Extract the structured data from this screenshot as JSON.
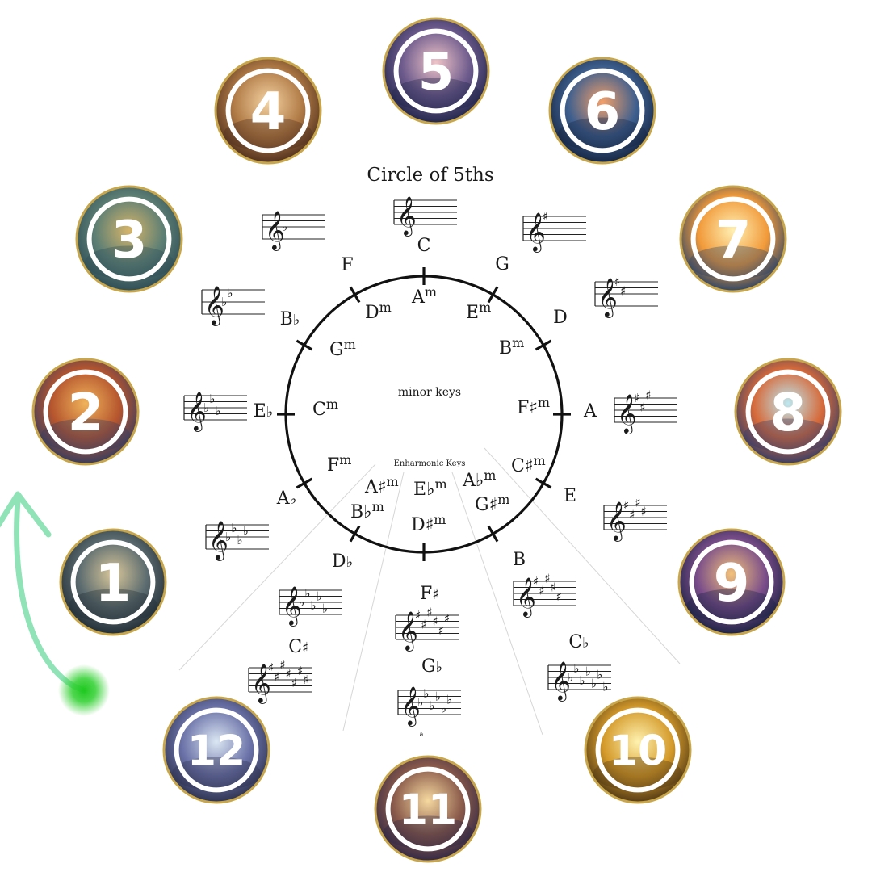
{
  "title": "Circle of 5ths",
  "center_label": "minor keys",
  "enharmonic_label": "Enharmonic Keys",
  "small_mark": "a",
  "major_keys": [
    {
      "name": "C",
      "accidental": "",
      "sharps": 0,
      "flats": 0
    },
    {
      "name": "G",
      "accidental": "",
      "sharps": 1,
      "flats": 0
    },
    {
      "name": "D",
      "accidental": "",
      "sharps": 2,
      "flats": 0
    },
    {
      "name": "A",
      "accidental": "",
      "sharps": 3,
      "flats": 0
    },
    {
      "name": "E",
      "accidental": "",
      "sharps": 4,
      "flats": 0
    },
    {
      "name": "B",
      "accidental": "",
      "sharps": 5,
      "flats": 0
    },
    {
      "name": "D",
      "accidental": "♭",
      "sharps": 0,
      "flats": 5
    },
    {
      "name": "A",
      "accidental": "♭",
      "sharps": 0,
      "flats": 4
    },
    {
      "name": "E",
      "accidental": "♭",
      "sharps": 0,
      "flats": 3
    },
    {
      "name": "B",
      "accidental": "♭",
      "sharps": 0,
      "flats": 2
    },
    {
      "name": "F",
      "accidental": "",
      "sharps": 0,
      "flats": 1
    }
  ],
  "enharmonic_major_keys": [
    {
      "name": "F",
      "accidental": "♯",
      "sharps": 6,
      "flats": 0
    },
    {
      "name": "G",
      "accidental": "♭",
      "sharps": 0,
      "flats": 6
    },
    {
      "name": "C",
      "accidental": "♯",
      "sharps": 7,
      "flats": 0
    },
    {
      "name": "C",
      "accidental": "♭",
      "sharps": 0,
      "flats": 7
    }
  ],
  "minor_keys": [
    {
      "name": "A",
      "accidental": "",
      "suffix": "m"
    },
    {
      "name": "E",
      "accidental": "",
      "suffix": "m"
    },
    {
      "name": "B",
      "accidental": "",
      "suffix": "m"
    },
    {
      "name": "F",
      "accidental": "♯",
      "suffix": "m"
    },
    {
      "name": "C",
      "accidental": "♯",
      "suffix": "m"
    },
    {
      "name": "G",
      "accidental": "♯",
      "suffix": "m"
    },
    {
      "name": "D",
      "accidental": "♯",
      "suffix": "m"
    },
    {
      "name": "E",
      "accidental": "♭",
      "suffix": "m"
    },
    {
      "name": "A",
      "accidental": "♭",
      "suffix": "m"
    },
    {
      "name": "B",
      "accidental": "♭",
      "suffix": "m"
    },
    {
      "name": "A",
      "accidental": "♯",
      "suffix": "m"
    },
    {
      "name": "F",
      "accidental": "",
      "suffix": "m"
    },
    {
      "name": "C",
      "accidental": "",
      "suffix": "m"
    },
    {
      "name": "G",
      "accidental": "",
      "suffix": "m"
    },
    {
      "name": "D",
      "accidental": "",
      "suffix": "m"
    }
  ],
  "medallions": [
    {
      "label": "1",
      "palette": [
        "#d9c79a",
        "#5b6b6f",
        "#1f2a33"
      ]
    },
    {
      "label": "2",
      "palette": [
        "#f0b35a",
        "#b5552e",
        "#2d3b63"
      ]
    },
    {
      "label": "3",
      "palette": [
        "#d6b56a",
        "#5d7f74",
        "#2b4a55"
      ]
    },
    {
      "label": "4",
      "palette": [
        "#f4d3a3",
        "#b07a45",
        "#4b2c1c"
      ]
    },
    {
      "label": "5",
      "palette": [
        "#f0c4c8",
        "#6c5a8c",
        "#1d2348"
      ]
    },
    {
      "label": "6",
      "palette": [
        "#f3a06a",
        "#3e5f8e",
        "#14233f"
      ]
    },
    {
      "label": "7",
      "palette": [
        "#fff0b3",
        "#f19a3a",
        "#1f3f6a"
      ]
    },
    {
      "label": "8",
      "palette": [
        "#bde8f0",
        "#d66a3a",
        "#2a3a6a"
      ]
    },
    {
      "label": "9",
      "palette": [
        "#f3c27a",
        "#7a4d8a",
        "#15203f"
      ]
    },
    {
      "label": "10",
      "palette": [
        "#fff2b0",
        "#d49a2a",
        "#4a3414"
      ]
    },
    {
      "label": "11",
      "palette": [
        "#f6d9a0",
        "#8a5a4a",
        "#2c2545"
      ]
    },
    {
      "label": "12",
      "palette": [
        "#dbe7f3",
        "#6b72a8",
        "#2a2f4a"
      ]
    }
  ],
  "colors": {
    "ring": "#111111",
    "medal_border": "#c8a64b",
    "medal_ring": "#ffffff",
    "arrow": "#8fe3b7",
    "dot": "#1fc81f",
    "guide_line": "#d6d6d6"
  }
}
